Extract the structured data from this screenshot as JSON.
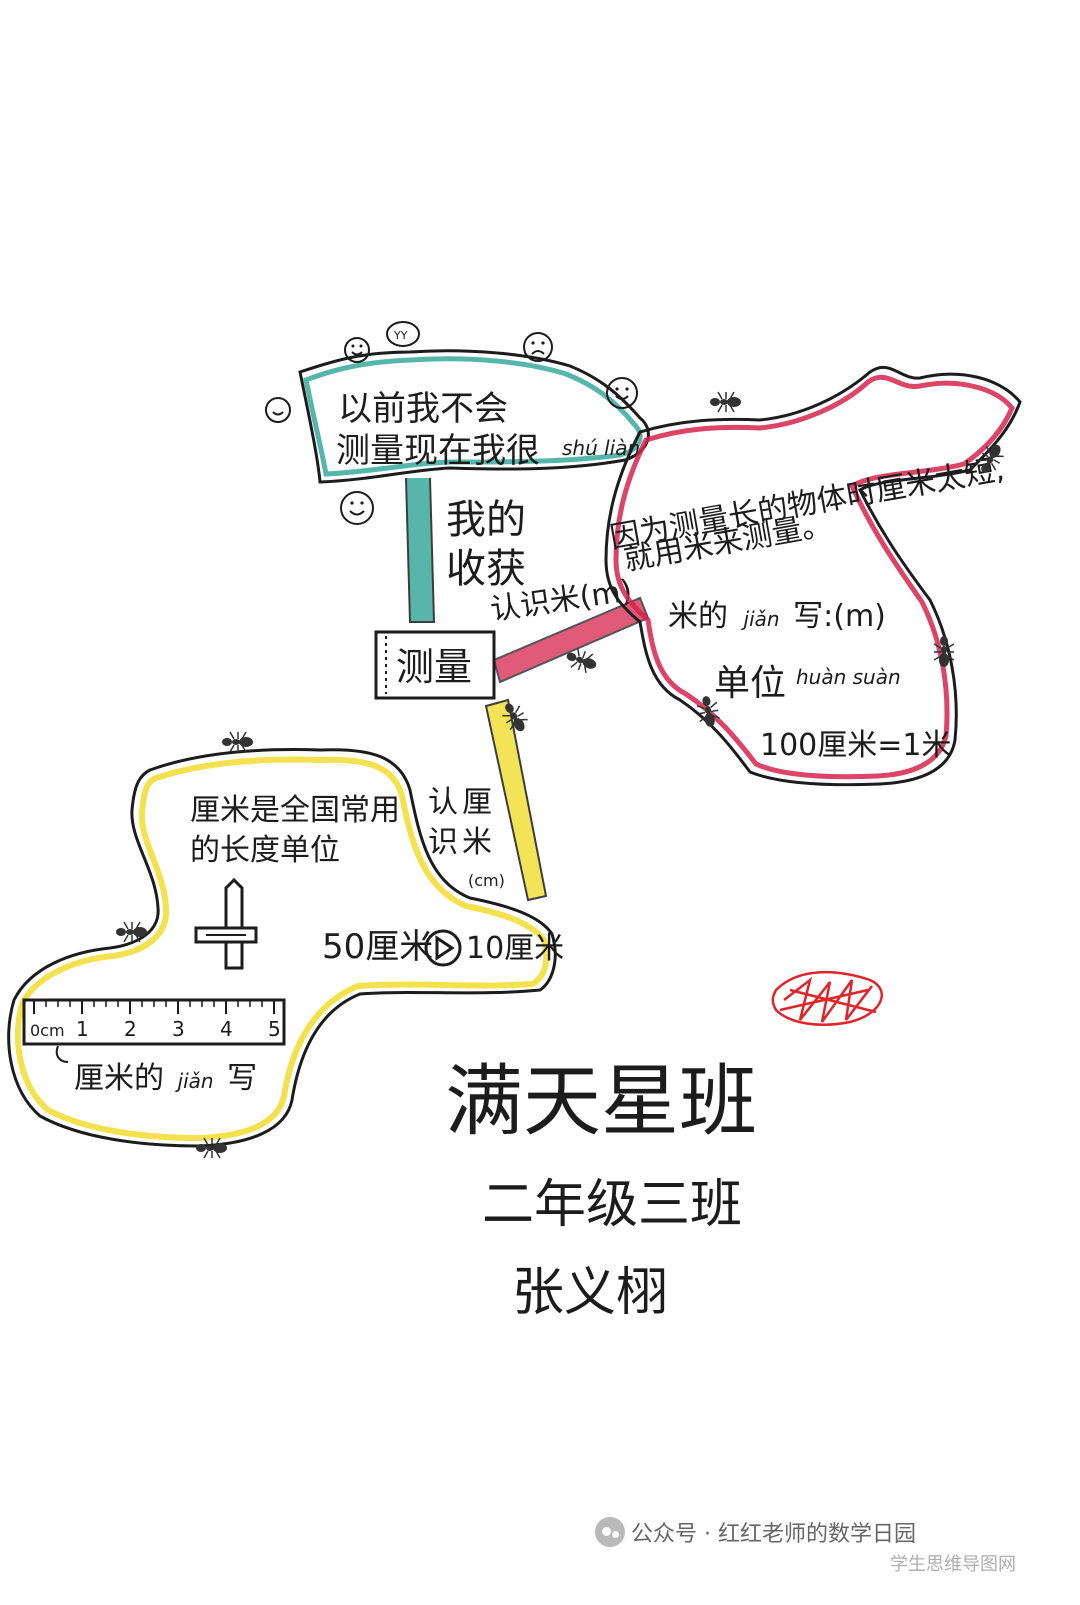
{
  "center": {
    "label": "测量"
  },
  "harvest": {
    "line1": "我的",
    "line2": "收获"
  },
  "top_cloud": {
    "line1": "以前我不会",
    "line2": "测量现在我很",
    "pinyin": "shú liàn"
  },
  "branch_meter": {
    "label": "认识米(m)"
  },
  "meter_cloud": {
    "line1": "因为测量长的物体时厘米太短,",
    "line2": "就用米来测量。",
    "abbr_prefix": "米的",
    "abbr_pinyin": "jiǎn",
    "abbr_suffix": "写:(m)",
    "unit_label": "单位",
    "unit_pinyin": "huàn suàn",
    "conversion": "100厘米=1米"
  },
  "branch_cm": {
    "line1a": "认",
    "line1b": "厘",
    "line2a": "识",
    "line2b": "米",
    "unit": "(cm)"
  },
  "cm_cloud": {
    "line1": "厘米是全国常用",
    "line2": "的长度单位",
    "compare": {
      "left": "50厘米",
      "right": "10厘米"
    },
    "ruler_ticks": [
      "0cm",
      "1",
      "2",
      "3",
      "4",
      "5"
    ],
    "abbr_prefix": "厘米的",
    "abbr_pinyin": "jiǎn",
    "abbr_suffix": "写"
  },
  "signature": {
    "class_name": "满天星班",
    "grade": "二年级三班",
    "student": "张义栩"
  },
  "watermark": {
    "source": "公众号 · 红红老师的数学日园",
    "site": "学生思维导图网"
  },
  "colors": {
    "teal": "#3aa99b",
    "crimson": "#d6234e",
    "yellow": "#f2df3a",
    "ink": "#1c1c1c",
    "red_scribble": "#e0242a"
  },
  "icons": [
    "smiley-face-icon",
    "frowning-face-icon",
    "ant-icon",
    "sword-icon",
    "ruler-icon",
    "arrow-circle-icon",
    "red-scribble-icon"
  ]
}
